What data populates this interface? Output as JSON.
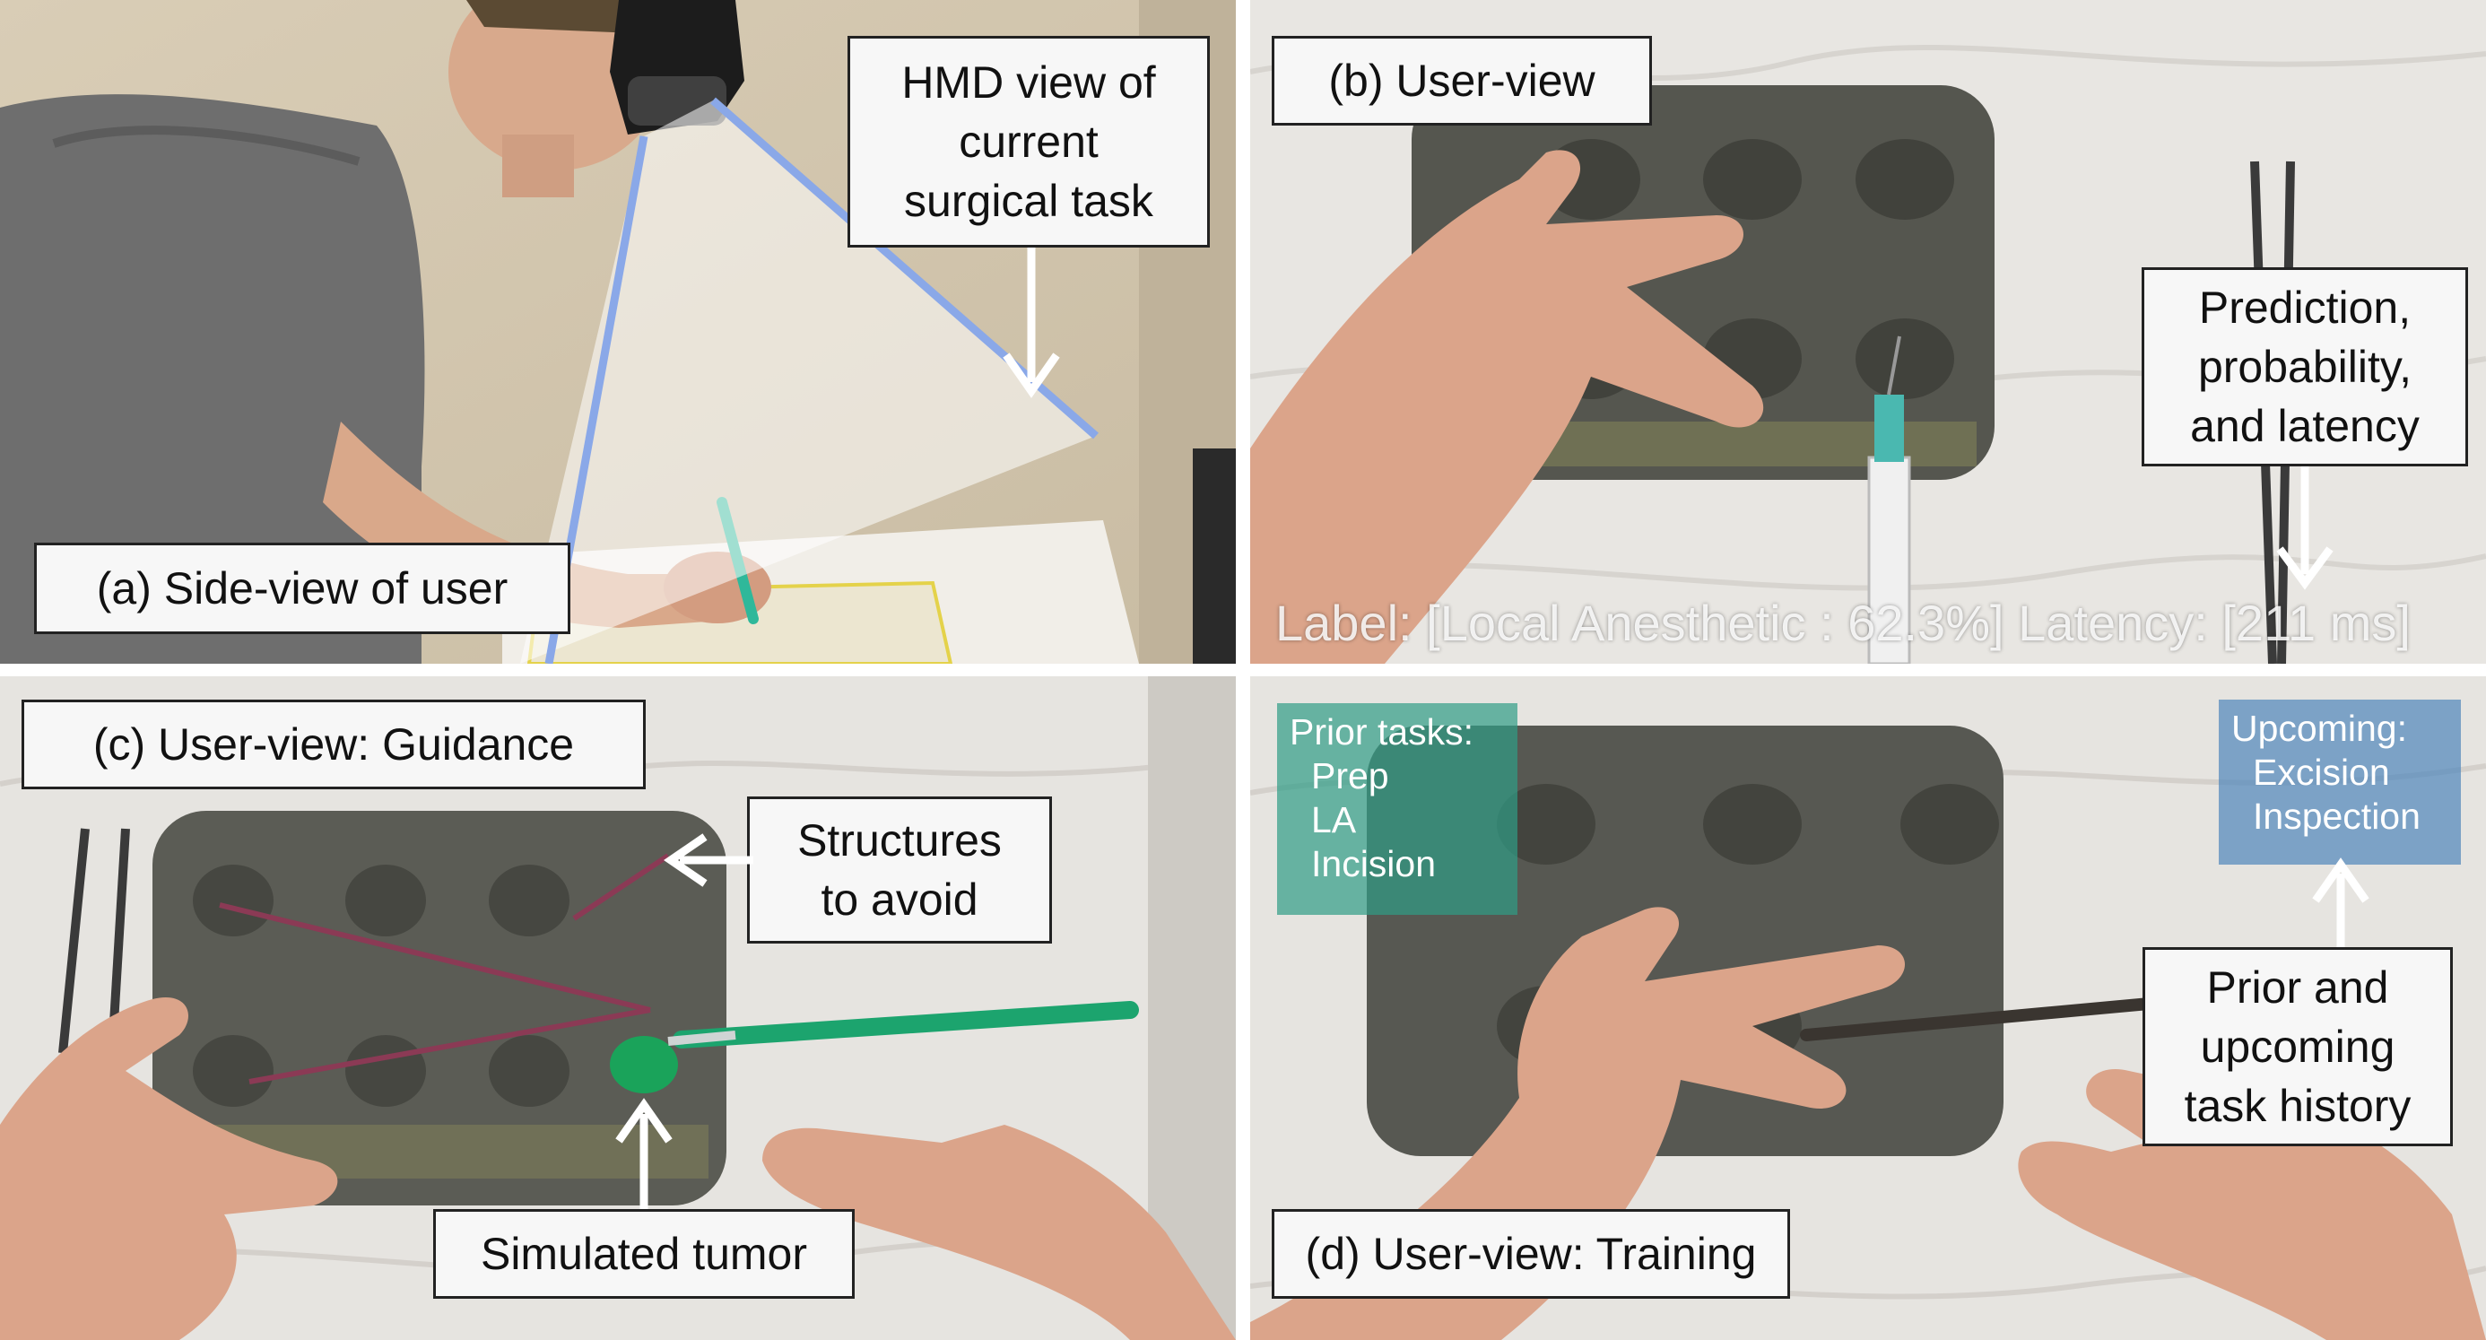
{
  "panels": {
    "a": {
      "label": "(a) Side-view of user",
      "callout": [
        "HMD view of",
        "current",
        "surgical task"
      ]
    },
    "b": {
      "label": "(b) User-view",
      "callout": [
        "Prediction,",
        "probability,",
        "and latency"
      ],
      "overlay": "Label: [Local Anesthetic : 62.3%] Latency: [211 ms]"
    },
    "c": {
      "label": "(c) User-view: Guidance",
      "callout_structures": [
        "Structures",
        "to avoid"
      ],
      "callout_tumor": "Simulated tumor"
    },
    "d": {
      "label": "(d) User-view: Training",
      "callout": [
        "Prior and",
        "upcoming",
        "task history"
      ],
      "prior": {
        "title": "Prior tasks:",
        "items": [
          "Prep",
          "LA",
          "Incision"
        ]
      },
      "upcoming": {
        "title": "Upcoming:",
        "items": [
          "Excision",
          "Inspection"
        ]
      }
    }
  },
  "colors": {
    "fov_line": "#8aa8e8",
    "guidance_line": "#8b3a55",
    "tumor": "#1aa35a",
    "prior_box": "#2f9c86",
    "upcoming_box": "#4f86bb"
  }
}
